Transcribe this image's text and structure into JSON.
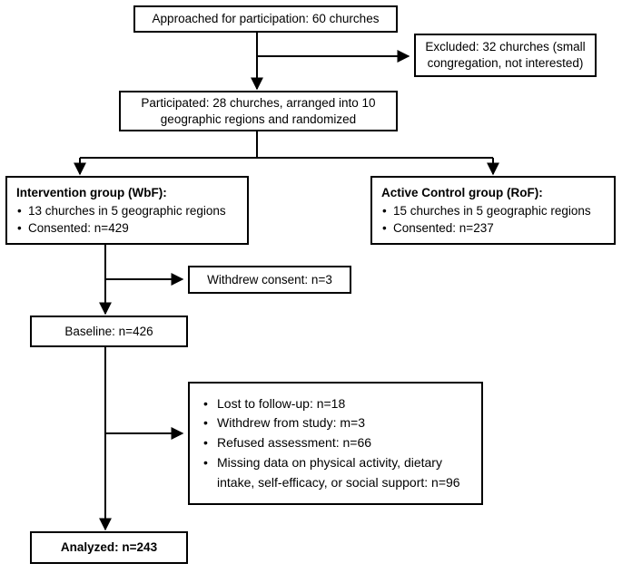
{
  "diagram": {
    "title": "Study participant flow diagram",
    "type": "flowchart",
    "stroke_color": "#000000",
    "fill_color": "#ffffff",
    "text_color": "#000000"
  },
  "nodes": {
    "approached": {
      "text": "Approached for participation: 60 churches"
    },
    "excluded": {
      "line1": "Excluded: 32 churches (small",
      "line2": "congregation, not interested)"
    },
    "participated": {
      "line1": "Participated: 28 churches, arranged into 10",
      "line2": "geographic regions and randomized"
    },
    "intervention": {
      "title": "Intervention group (WbF):",
      "bullet1": "13 churches in 5 geographic regions",
      "bullet2": "Consented: n=429"
    },
    "control": {
      "title": "Active Control group (RoF):",
      "bullet1": "15 churches in 5 geographic regions",
      "bullet2": "Consented: n=237"
    },
    "withdrew": {
      "text": "Withdrew consent: n=3"
    },
    "baseline": {
      "text": "Baseline: n=426"
    },
    "attrition": {
      "bullet1": "Lost to follow-up: n=18",
      "bullet2": "Withdrew from study: m=3",
      "bullet3": "Refused assessment: n=66",
      "bullet4": "Missing data on physical activity, dietary intake, self-efficacy, or social support: n=96"
    },
    "analyzed": {
      "text": "Analyzed: n=243"
    }
  }
}
